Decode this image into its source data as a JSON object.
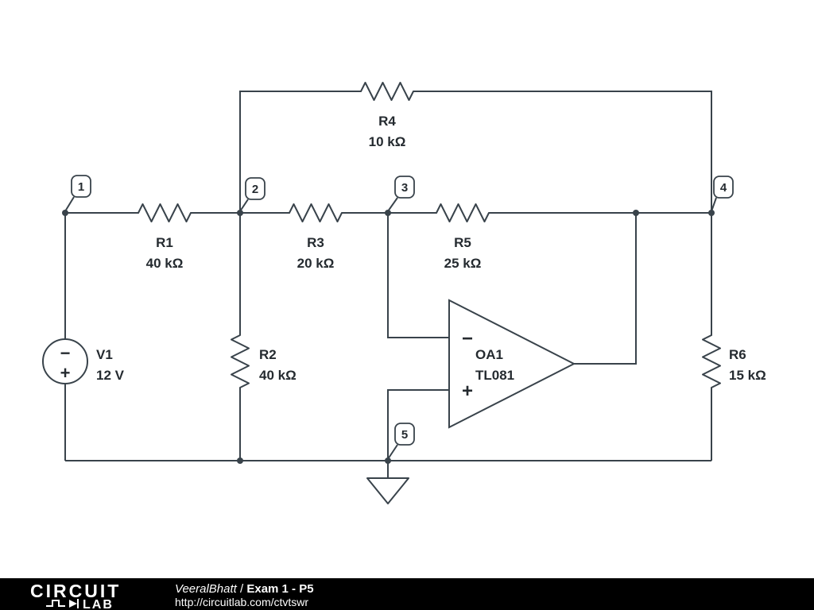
{
  "nodes": {
    "n1": "1",
    "n2": "2",
    "n3": "3",
    "n4": "4",
    "n5": "5"
  },
  "components": {
    "V1": {
      "name": "V1",
      "value": "12 V"
    },
    "R1": {
      "name": "R1",
      "value": "40 kΩ"
    },
    "R2": {
      "name": "R2",
      "value": "40 kΩ"
    },
    "R3": {
      "name": "R3",
      "value": "20 kΩ"
    },
    "R4": {
      "name": "R4",
      "value": "10 kΩ"
    },
    "R5": {
      "name": "R5",
      "value": "25 kΩ"
    },
    "R6": {
      "name": "R6",
      "value": "15 kΩ"
    },
    "OA1": {
      "name": "OA1",
      "value": "TL081"
    }
  },
  "opamp": {
    "minus": "−",
    "plus": "+"
  },
  "source": {
    "minus": "−",
    "plus": "+"
  },
  "footer": {
    "logo_top": "CIRCUIT",
    "logo_bottom": "LAB",
    "author": "VeeralBhatt",
    "separator": " / ",
    "title": "Exam 1 - P5",
    "url": "http://circuitlab.com/ctvtswr"
  },
  "colors": {
    "wire": "#39434b",
    "label": "#252b30",
    "footer_bg": "#000000",
    "footer_text": "#ffffff"
  }
}
